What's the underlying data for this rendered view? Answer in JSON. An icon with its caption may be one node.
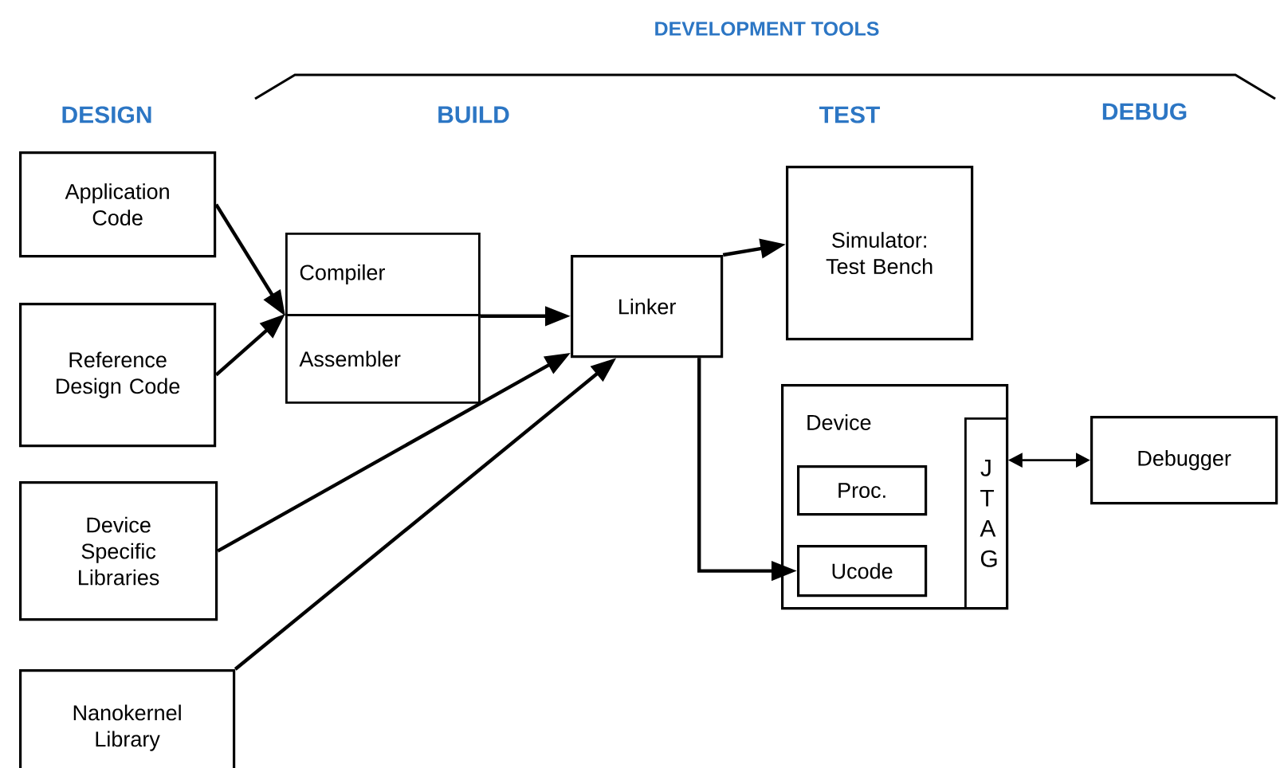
{
  "diagram": {
    "title": "DEVELOPMENT TOOLS",
    "nodes": [
      {
        "text": [
          "Application Code"
        ]
      },
      {
        "text": [
          "Reference Design Code"
        ]
      },
      {
        "text": [
          "Device Specific Libraries"
        ]
      },
      {
        "text": [
          "Nanokernel Library"
        ]
      },
      {
        "text": [
          "Compiler"
        ]
      },
      {
        "text": [
          "Assembler"
        ]
      },
      {
        "text": [
          "Linker"
        ]
      },
      {
        "text": [
          "Simulator: Test Bench"
        ]
      },
      {
        "text": [
          "Device"
        ]
      },
      {
        "text": [
          "Proc."
        ],
        "in": 8
      },
      {
        "text": [
          "Ucode"
        ],
        "in": 8
      },
      {
        "text": [
          "J T A G"
        ],
        "in": 8
      },
      {
        "text": [
          "Debugger"
        ]
      }
    ],
    "edges": [
      {
        "from": 0,
        "to": 4,
        "arrow": "to"
      },
      {
        "from": 1,
        "to": 5,
        "arrow": "to"
      },
      {
        "from": 4,
        "to": 6,
        "arrow": "to"
      },
      {
        "from": 5,
        "to": 6,
        "arrow": "to"
      },
      {
        "from": 2,
        "to": 6,
        "arrow": "to"
      },
      {
        "from": 3,
        "to": 6,
        "arrow": "to"
      },
      {
        "from": 6,
        "to": 7,
        "arrow": "to"
      },
      {
        "from": 6,
        "to": 10,
        "arrow": "to"
      },
      {
        "from": 11,
        "to": 12,
        "arrow": "both"
      }
    ],
    "labels": [
      "DESIGN",
      "BUILD",
      "TEST",
      "DEBUG"
    ]
  }
}
